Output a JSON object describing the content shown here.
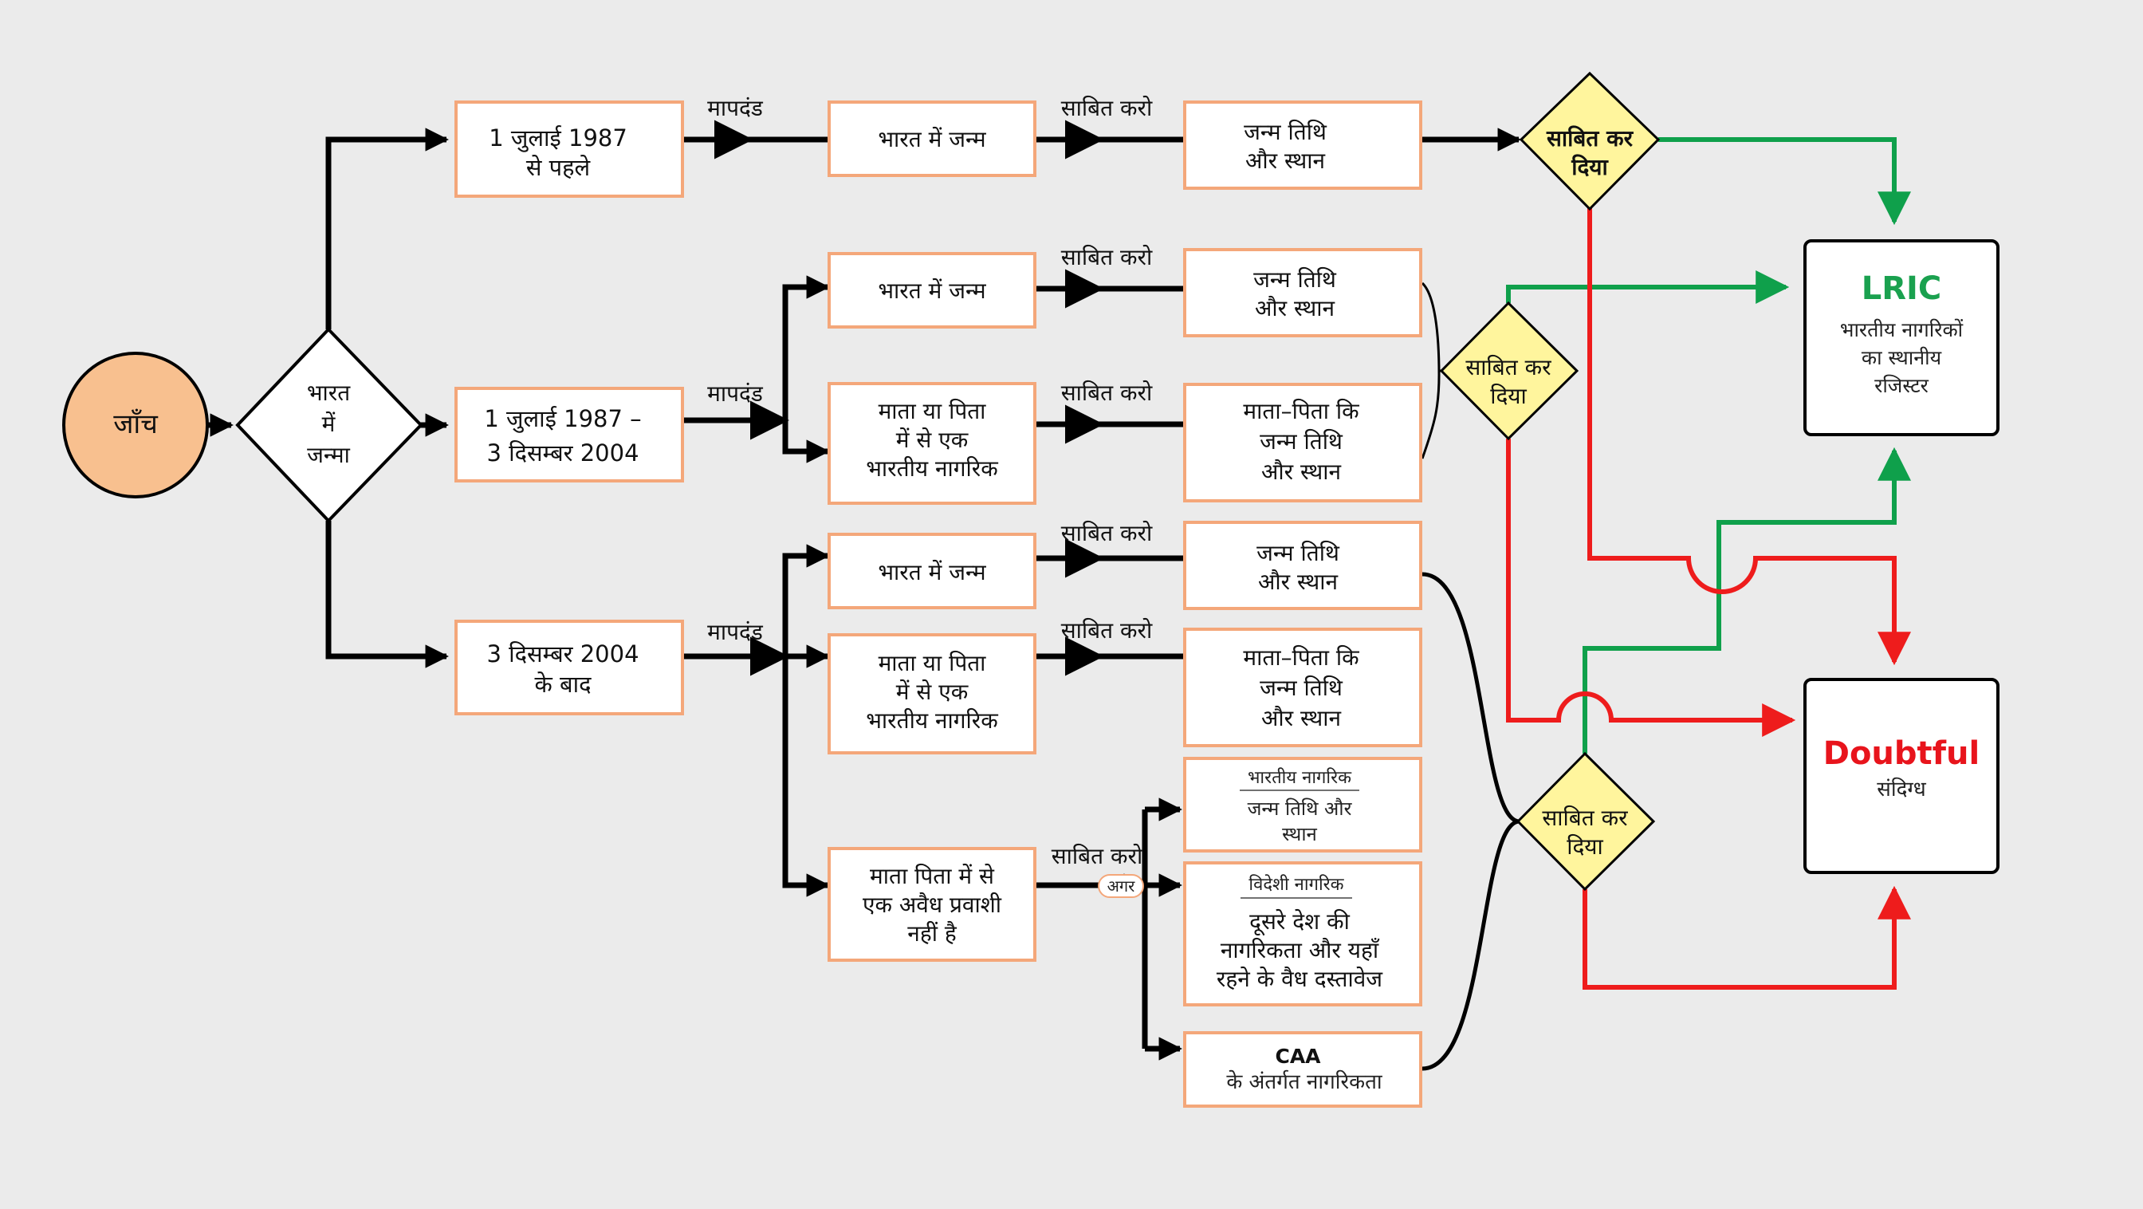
{
  "start": {
    "label": "जाँच"
  },
  "decision_born": {
    "lines": [
      "भारत",
      "में",
      "जन्मा"
    ]
  },
  "periods": [
    {
      "lines": [
        "1 जुलाई 1987",
        "से पहले"
      ]
    },
    {
      "lines": [
        "1 जुलाई 1987 –",
        "3 दिसम्बर 2004"
      ]
    },
    {
      "lines": [
        "3 दिसम्बर 2004",
        "के बाद"
      ]
    }
  ],
  "labels": {
    "criteria": "मापदंड",
    "prove": "साबित करो",
    "if": "अगर"
  },
  "criteria_boxes": {
    "born_in_india": [
      "भारत में जन्म"
    ],
    "one_parent_citizen": [
      "माता या पिता",
      "में से एक",
      "भारतीय नागरिक"
    ],
    "parent_not_illegal": [
      "माता पिता में से",
      "एक अवैध प्रवाशी",
      "नहीं है"
    ]
  },
  "proof_boxes": {
    "birth_date_place": [
      "जन्म तिथि",
      "और स्थान"
    ],
    "parent_birth_date_place": [
      "माता–पिता कि",
      "जन्म तिथि",
      "और स्थान"
    ],
    "indian_citizen": {
      "heading": "भारतीय नागरिक",
      "lines": [
        "जन्म तिथि और",
        "स्थान"
      ]
    },
    "foreign_citizen": {
      "heading": "विदेशी नागरिक",
      "lines": [
        "दूसरे देश की",
        "नागरिकता और यहाँ",
        "रहने के वैध दस्तावेज"
      ]
    },
    "caa": {
      "title": "CAA",
      "line": "के अंतर्गत नागरिकता"
    }
  },
  "proved": {
    "lines": [
      "साबित कर",
      "दिया"
    ]
  },
  "outcomes": {
    "lric": {
      "title": "LRIC",
      "lines": [
        "भारतीय नागरिकों",
        "का स्थानीय",
        "रजिस्टर"
      ],
      "color": "#1aa14f"
    },
    "doubtful": {
      "title": "Doubtful",
      "lines": [
        "संदिग्ध"
      ],
      "color": "#e8141c"
    }
  },
  "colors": {
    "box_border": "#f4a77a",
    "start_fill": "#f8c08f",
    "proved_fill": "#fff59d",
    "yes_line": "#0fa04b",
    "no_line": "#ee1c1c"
  }
}
